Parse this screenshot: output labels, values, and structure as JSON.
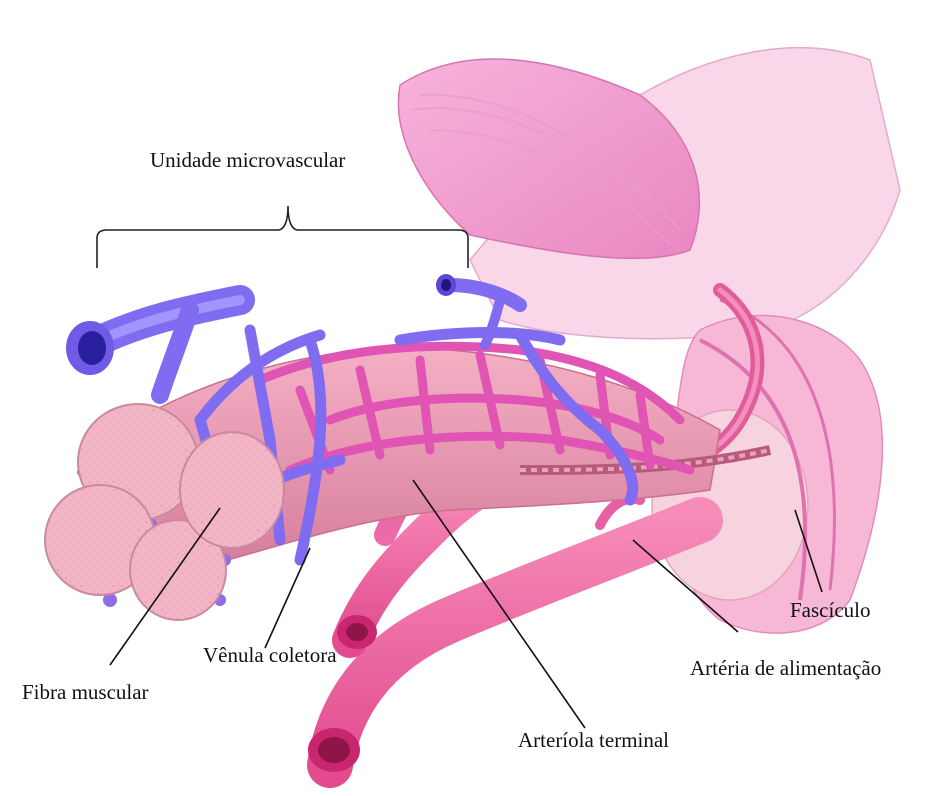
{
  "labels": {
    "microvascular_unit": "Unidade microvascular",
    "muscle_fiber": "Fibra muscular",
    "collecting_venule": "Vênula coletora",
    "terminal_arteriole": "Arteríola terminal",
    "fascicle": "Fascículo",
    "feed_artery": "Artéria de alimentação"
  },
  "colors": {
    "venule": "#7f6cf0",
    "venule_light": "#a395ff",
    "arteriole": "#e055b4",
    "artery": "#f05a9a",
    "muscle_fiber": "#f2b5c6",
    "fascicle": "#f6c9dc",
    "sheath": "#f3a8d3",
    "line": "#111111"
  }
}
